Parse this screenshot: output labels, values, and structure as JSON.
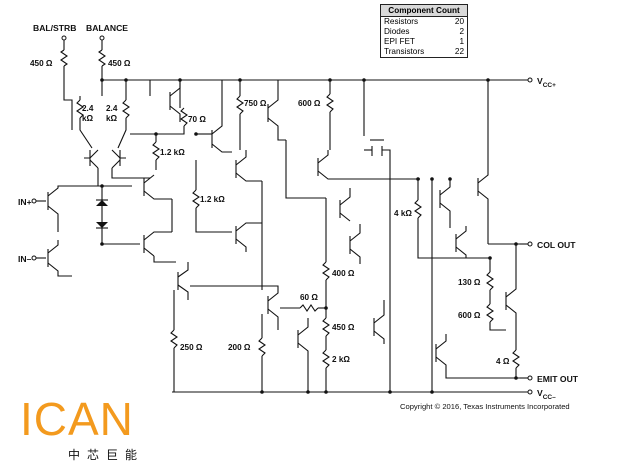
{
  "table": {
    "title": "Component Count",
    "rows": [
      {
        "name": "Resistors",
        "count": "20"
      },
      {
        "name": "Diodes",
        "count": "2"
      },
      {
        "name": "EPI FET",
        "count": "1"
      },
      {
        "name": "Transistors",
        "count": "22"
      }
    ]
  },
  "pins": {
    "bal_strb": "BAL/STRB",
    "balance": "BALANCE",
    "in_plus": "IN+",
    "in_minus": "IN–",
    "col_out": "COL OUT",
    "emit_out": "EMIT OUT",
    "vcc_plus_main": "V",
    "vcc_plus_sub": "CC+",
    "vcc_minus_main": "V",
    "vcc_minus_sub": "CC–"
  },
  "resistors": {
    "r1": "450 Ω",
    "r2": "450 Ω",
    "r3a": "2.4",
    "r3b": "kΩ",
    "r4a": "2.4",
    "r4b": "kΩ",
    "r5": "70 Ω",
    "r6": "1.2 kΩ",
    "r7": "1.2 kΩ",
    "r8": "750 Ω",
    "r9": "600 Ω",
    "r10": "4 kΩ",
    "r11": "400 Ω",
    "r12": "60 Ω",
    "r13": "450 Ω",
    "r14": "2 kΩ",
    "r15": "250 Ω",
    "r16": "200 Ω",
    "r17": "130 Ω",
    "r18": "600 Ω",
    "r19": "4 Ω"
  },
  "copyright": "Copyright © 2016, Texas Instruments Incorporated",
  "logo": {
    "text": "ICAN",
    "subtitle": "中芯巨能",
    "color": "#f39a1e"
  }
}
